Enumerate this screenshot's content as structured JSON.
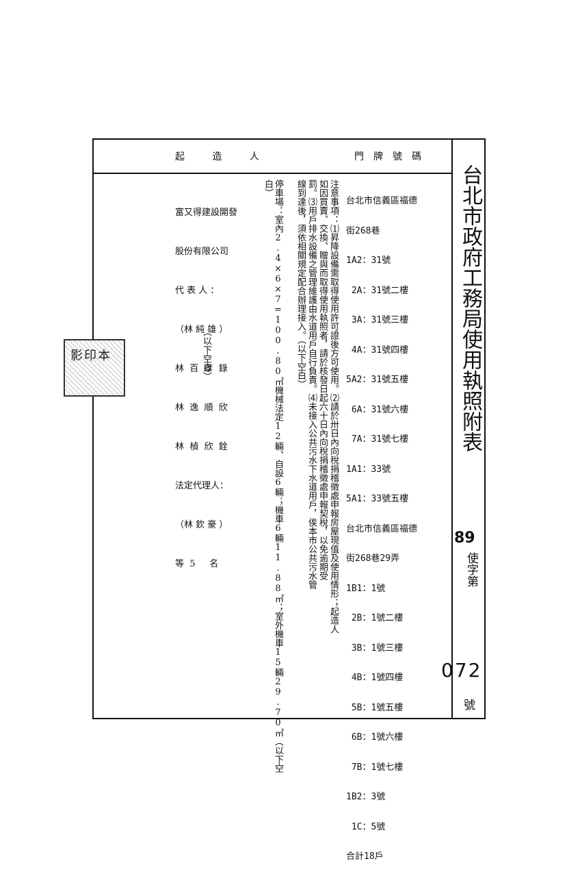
{
  "header": {
    "builder_label": "起 造 人",
    "door_label": "門牌號碼"
  },
  "title": "台北市政府工務局使用執照附表",
  "permit": {
    "year": "89",
    "category": "使字第",
    "number": "072",
    "suffix": "號"
  },
  "addresses": [
    "台北市信義區福德",
    "街268巷",
    "1A2：31號",
    " 2A：31號二樓",
    " 3A：31號三樓",
    " 4A：31號四樓",
    "5A2：31號五樓",
    " 6A：31號六樓",
    " 7A：31號七樓",
    "1A1：33號",
    "5A1：33號五樓",
    "台北市信義區福德",
    "街268巷29弄",
    "1B1：1號",
    " 2B：1號二樓",
    " 3B：1號三樓",
    " 4B：1號四樓",
    " 5B：1號五樓",
    " 6B：1號六樓",
    " 7B：1號七樓",
    "1B2：3號",
    " 1C：5號",
    "合計18戶"
  ],
  "builder": [
    "富又得建設開發",
    "股份有限公司",
    "代 表 人 ：",
    "（林 純 雄 ）",
    "林  百  孝  錄",
    "林  逸  順  欣",
    "林  楨  欣  銓",
    "法定代理人：",
    "（林 欽 豪 ）",
    "等  5     名",
    "（以下空白）"
  ],
  "notes": {
    "col1": "注意事項：⑴昇降設備需取得使用許可證後方可使用。⑵請於卅日內向稅捐稽徵處申報房屋現值及使用情形；起造人",
    "col2": "如因買賣、交換、贈與而取得使用執照者，請於核發日起六十日內向稅捐稽徵處申報契稅，以免逾期受",
    "col3": "罰。⑶用戶排水設備之管理維護由水道用戶自行負責。⑷未接入公共污水下水道用戶，俟本市公共污水管",
    "col4": "線到達後，須依相關規定配合辦理接入。（以下空白）",
    "col5": "停車場：室內2.4×6×7=100.80㎡機械法定12輛、自設6輛；機車6輛11.88㎡；室外機車15輛29.70㎡（以下空",
    "col6": "白）"
  },
  "stamp_text": "影印本"
}
